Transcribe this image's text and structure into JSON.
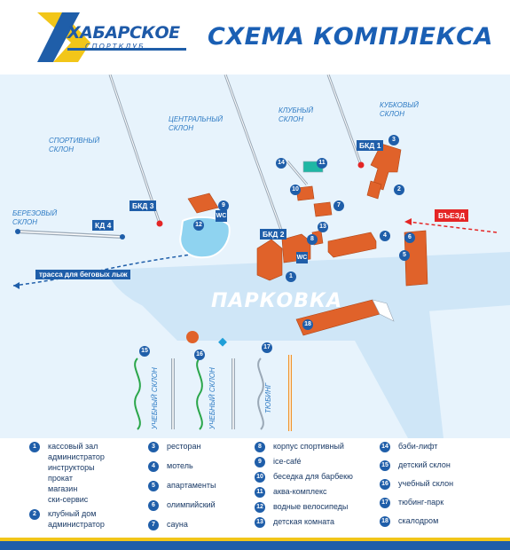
{
  "header": {
    "brand_name": "ХАБАРСКОЕ",
    "brand_sub": "СПОРТКЛУБ",
    "title": "СХЕМА КОМПЛЕКСА"
  },
  "map": {
    "slopes": [
      {
        "id": "sport",
        "label": "СПОРТИВНЫЙ\nСКЛОН"
      },
      {
        "id": "birch",
        "label": "БЕРЕЗОВЫЙ\nСКЛОН"
      },
      {
        "id": "central",
        "label": "ЦЕНТРАЛЬНЫЙ\nСКЛОН"
      },
      {
        "id": "club",
        "label": "КЛУБНЫЙ\nСКЛОН"
      },
      {
        "id": "cup",
        "label": "КУБКОВЫЙ\nСКЛОН"
      }
    ],
    "lifts": [
      {
        "id": "bkd1",
        "label": "БКД 1"
      },
      {
        "id": "bkd2",
        "label": "БКД 2"
      },
      {
        "id": "bkd3",
        "label": "БКД 3"
      },
      {
        "id": "kd4",
        "label": "КД 4"
      }
    ],
    "entry_label": "ВЪЕЗД",
    "trail_label": "трасса  для беговых лыж",
    "parking_label": "ПАРКОВКА",
    "training_slope_label": "УЧЕБНЫЙ СКЛОН",
    "tubing_label": "ТЮБИНГ",
    "wc_label": "WC",
    "markers": [
      "1",
      "2",
      "3",
      "4",
      "5",
      "6",
      "7",
      "8",
      "9",
      "10",
      "11",
      "12",
      "13",
      "14",
      "15",
      "16",
      "17",
      "18"
    ],
    "colors": {
      "water": "#cfe6f7",
      "roof": "#e0622a",
      "brand_blue": "#1f5ea9",
      "brand_yellow": "#f2c619",
      "lift_station": "#e42525",
      "slope_green": "#2aa64a",
      "tubing_orange": "#f0932b"
    }
  },
  "legend": {
    "items": [
      {
        "num": "1",
        "text": "кассовый зал\nадминистратор\nинструкторы\nпрокат\nмагазин\nски-сервис"
      },
      {
        "num": "2",
        "text": "клубный дом\nадминистратор"
      },
      {
        "num": "3",
        "text": "ресторан"
      },
      {
        "num": "4",
        "text": "мотель"
      },
      {
        "num": "5",
        "text": "апартаменты"
      },
      {
        "num": "6",
        "text": "олимпийский"
      },
      {
        "num": "7",
        "text": "сауна"
      },
      {
        "num": "8",
        "text": "корпус спортивный"
      },
      {
        "num": "9",
        "text": "ice-café"
      },
      {
        "num": "10",
        "text": "беседка для барбекю"
      },
      {
        "num": "11",
        "text": "аква-комплекс"
      },
      {
        "num": "12",
        "text": "водные велосипеды"
      },
      {
        "num": "13",
        "text": "детская комната"
      },
      {
        "num": "14",
        "text": "бэби-лифт"
      },
      {
        "num": "15",
        "text": "детский склон"
      },
      {
        "num": "16",
        "text": "учебный склон"
      },
      {
        "num": "17",
        "text": "тюбинг-парк"
      },
      {
        "num": "18",
        "text": "скалодром"
      }
    ]
  }
}
